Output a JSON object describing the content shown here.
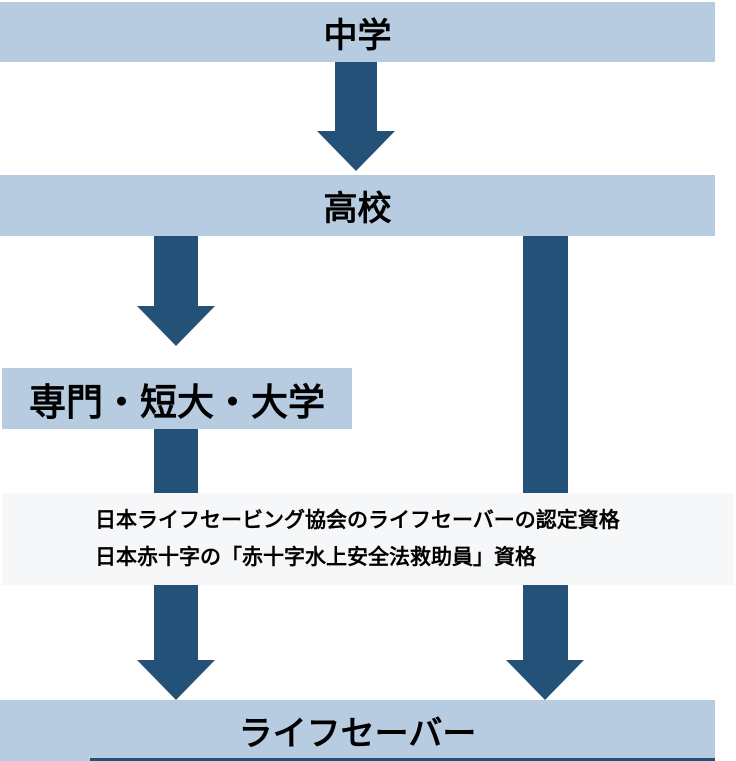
{
  "diagram": {
    "description": "career-path-flowchart-to-lifesaver",
    "nodes": {
      "junior_high": {
        "label": "中学"
      },
      "high_school": {
        "label": "高校"
      },
      "college": {
        "label": "専門・短大・大学"
      },
      "lifesaver": {
        "label": "ライフセーバー"
      }
    },
    "qualifications": {
      "line1": "日本ライフセービング協会のライフセーバーの認定資格",
      "line2": "日本赤十字の「赤十字水上安全法救助員」資格"
    }
  },
  "colors": {
    "bar_bg": "#b7cce1",
    "arrow": "#235177",
    "band_bg": "#f5f7f9",
    "text": "#000000"
  }
}
